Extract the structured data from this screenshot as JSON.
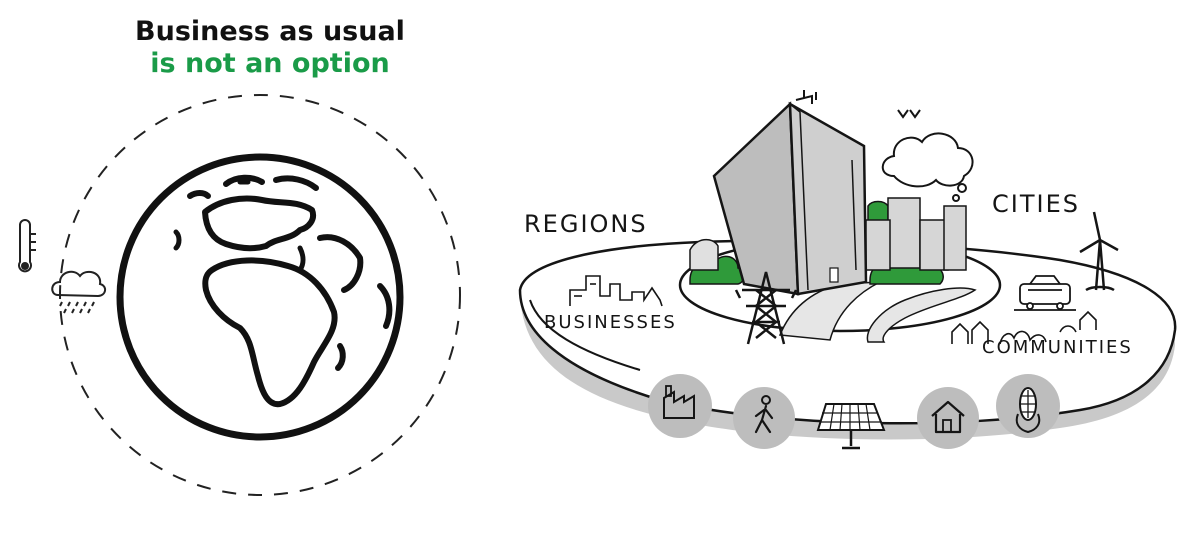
{
  "headline": {
    "line1": "Business as usual",
    "line2": "is not an option"
  },
  "colors": {
    "accent": "#1a9b48",
    "ink": "#151515",
    "circle_fill": "#bdbdbd",
    "building_fill": "#cfcfcf",
    "tree_fill": "#2f9a3a"
  },
  "labels": {
    "regions": "REGIONS",
    "cities": "CITIES",
    "businesses": "BUSINESSES",
    "communities": "COMMUNITIES"
  },
  "icons": {
    "thermometer": "thermometer-icon",
    "rain_cloud": "rain-cloud-icon",
    "globe": "globe-icon",
    "factory": "factory-icon",
    "pedestrian": "pedestrian-icon",
    "solar_panel": "solar-panel-icon",
    "house": "house-icon",
    "corn": "corn-icon"
  }
}
